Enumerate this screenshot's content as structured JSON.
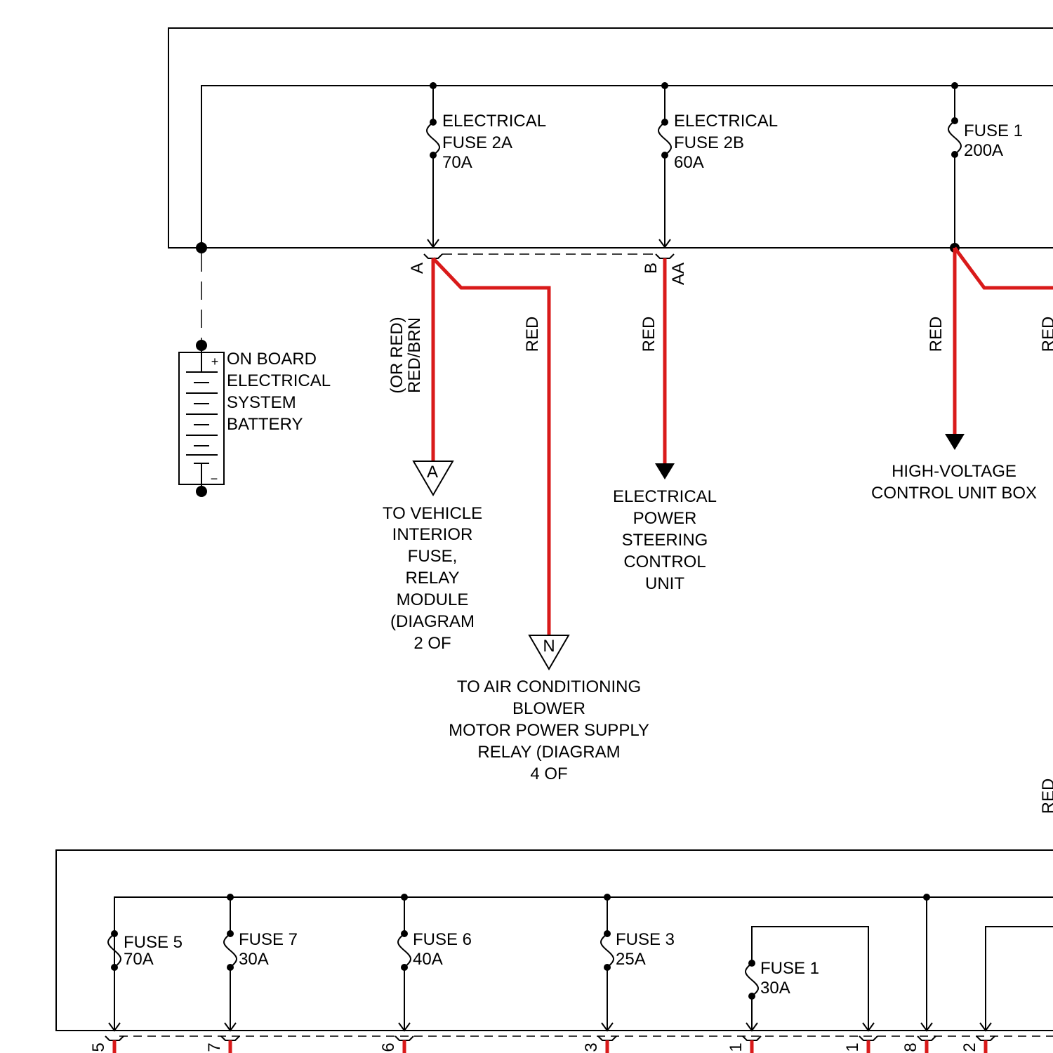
{
  "colors": {
    "wire": "#000000",
    "power_wire": "#d91a1a",
    "background": "#ffffff"
  },
  "top_box": {
    "fuse_2a": {
      "label_line1": "ELECTRICAL",
      "label_line2": "FUSE 2A",
      "rating": "70A"
    },
    "fuse_2b": {
      "label_line1": "ELECTRICAL",
      "label_line2": "FUSE 2B",
      "rating": "60A"
    },
    "fuse_1": {
      "label": "FUSE 1",
      "rating": "200A"
    },
    "pins": {
      "a": "A",
      "b": "B",
      "aa": "AA"
    }
  },
  "battery": {
    "lines": [
      "ON BOARD",
      "ELECTRICAL",
      "SYSTEM",
      "BATTERY"
    ],
    "positive": "+",
    "negative": "−"
  },
  "wire_colors": {
    "red_brn": "RED/BRN",
    "or_red": "(OR RED)",
    "red": "RED"
  },
  "destinations": {
    "vehicle_interior": {
      "connector": "A",
      "lines": [
        "TO VEHICLE",
        "INTERIOR",
        "FUSE,",
        "RELAY",
        "MODULE",
        "(DIAGRAM",
        "2 OF"
      ]
    },
    "blower_relay": {
      "connector": "N",
      "lines": [
        "TO AIR CONDITIONING",
        "BLOWER",
        "MOTOR POWER SUPPLY",
        "RELAY (DIAGRAM",
        "4 OF"
      ]
    },
    "eps": {
      "lines": [
        "ELECTRICAL",
        "POWER",
        "STEERING",
        "CONTROL",
        "UNIT"
      ]
    },
    "hv_box": {
      "lines": [
        "HIGH-VOLTAGE",
        "CONTROL UNIT BOX"
      ]
    }
  },
  "bottom_box": {
    "fuses": [
      {
        "label": "FUSE 5",
        "rating": "70A"
      },
      {
        "label": "FUSE 7",
        "rating": "30A"
      },
      {
        "label": "FUSE 6",
        "rating": "40A"
      },
      {
        "label": "FUSE 3",
        "rating": "25A"
      },
      {
        "label": "FUSE 1",
        "rating": "30A"
      }
    ],
    "pins": [
      "5",
      "7",
      "6",
      "3",
      "1",
      "1",
      "8",
      "2"
    ]
  }
}
